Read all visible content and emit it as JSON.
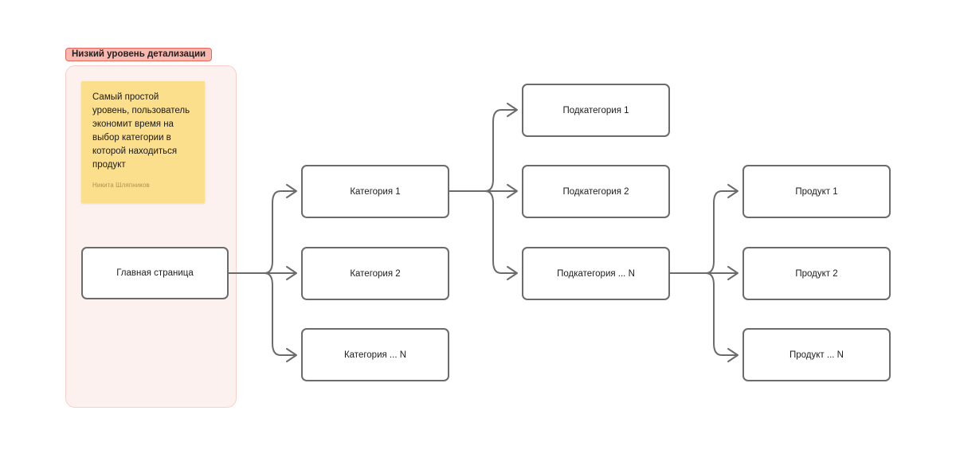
{
  "frame": {
    "label": "Низкий уровень детализации",
    "fill_color": "#FDF1F0",
    "border_color": "#F7CFCB",
    "badge_fill": "#F9B8B0",
    "badge_border": "#E8655A"
  },
  "sticky_note": {
    "text": "Самый простой уровень, пользователь экономит время на выбор категории в которой находиться продукт",
    "author": "Никита Шляпников",
    "fill_color": "#FBDF8D"
  },
  "diagram": {
    "node_border_color": "#6B6B6B",
    "connector_color": "#6B6B6B",
    "root": {
      "label": "Главная страница"
    },
    "columns": [
      {
        "name": "categories",
        "nodes": [
          {
            "label": "Категория 1"
          },
          {
            "label": "Категория 2"
          },
          {
            "label": "Категория ... N"
          }
        ]
      },
      {
        "name": "subcategories",
        "nodes": [
          {
            "label": "Подкатегория 1"
          },
          {
            "label": "Подкатегория 2"
          },
          {
            "label": "Подкатегория ... N"
          }
        ]
      },
      {
        "name": "products",
        "nodes": [
          {
            "label": "Продукт 1"
          },
          {
            "label": "Продукт 2"
          },
          {
            "label": "Продукт ... N"
          }
        ]
      }
    ]
  }
}
